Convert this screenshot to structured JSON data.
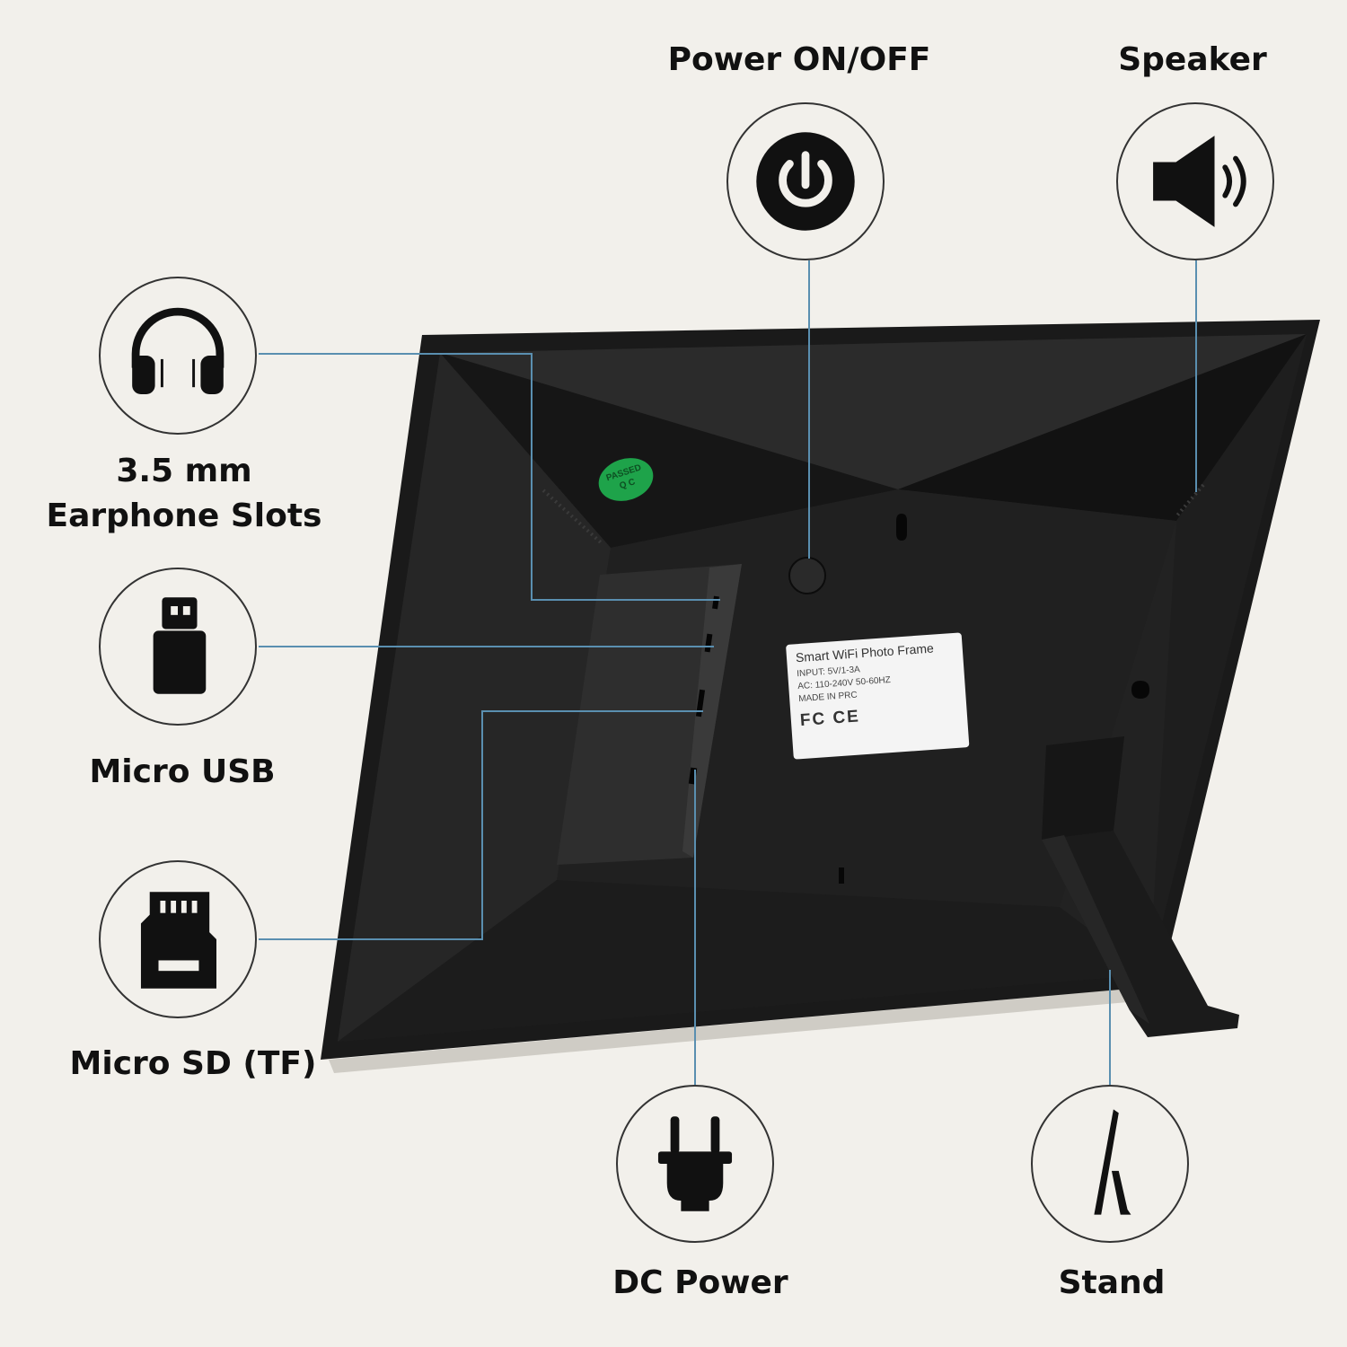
{
  "callouts": {
    "power": {
      "label": "Power ON/OFF",
      "icon": "power-icon"
    },
    "speaker": {
      "label": "Speaker",
      "icon": "speaker-icon"
    },
    "earphone": {
      "label_line1": "3.5 mm",
      "label_line2": "Earphone Slots",
      "icon": "headphones-icon"
    },
    "usb": {
      "label": "Micro USB",
      "icon": "usb-stick-icon"
    },
    "sd": {
      "label": "Micro SD (TF)",
      "icon": "sd-card-icon"
    },
    "dc": {
      "label": "DC Power",
      "icon": "plug-icon"
    },
    "stand": {
      "label": "Stand",
      "icon": "stand-icon"
    }
  },
  "sticker": {
    "title": "Smart WiFi Photo Frame",
    "input": "INPUT: 5V/1-3A",
    "ac": "AC: 110-240V  50-60HZ",
    "origin": "MADE IN PRC",
    "marks": "FC CE"
  },
  "badge": {
    "line1": "PASSED",
    "line2": "Q C"
  },
  "colors": {
    "background": "#f2f0eb",
    "frame": "#151515",
    "leader_line": "#5a8fb0",
    "badge": "#1ea34a"
  }
}
